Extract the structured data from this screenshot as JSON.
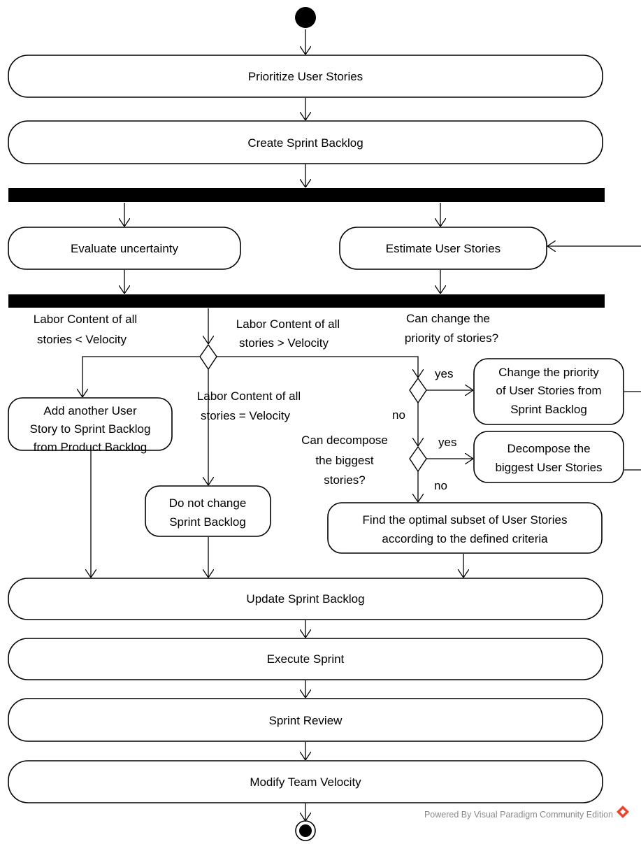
{
  "nodes": {
    "prioritize": "Prioritize User Stories",
    "create_backlog": "Create Sprint Backlog",
    "evaluate": "Evaluate uncertainty",
    "estimate": "Estimate User Stories",
    "add_story": [
      "Add another User",
      "Story to Sprint Backlog",
      "from Product Backlog"
    ],
    "no_change": [
      "Do not change",
      "Sprint Backlog"
    ],
    "change_priority": [
      "Change the priority",
      "of User Stories from",
      "Sprint Backlog"
    ],
    "decompose": [
      "Decompose the",
      "biggest User Stories"
    ],
    "optimal": [
      "Find the optimal subset of  User Stories",
      "according to the defined criteria"
    ],
    "update": "Update Sprint Backlog",
    "execute": "Execute Sprint",
    "review": "Sprint Review",
    "velocity": "Modify Team Velocity"
  },
  "guards": {
    "less": [
      "Labor Content of all",
      "stories  < Velocity"
    ],
    "greater": [
      "Labor Content of all",
      "stories > Velocity"
    ],
    "equal": [
      "Labor Content of all",
      "stories = Velocity"
    ],
    "can_change_q": [
      "Can change the",
      "priority of stories?"
    ],
    "can_decompose_q": [
      "Can decompose",
      "the biggest",
      "stories?"
    ],
    "yes1": "yes",
    "no1": "no",
    "yes2": "yes",
    "no2": "no"
  },
  "watermark": "Powered By Visual Paradigm Community Edition",
  "colors": {
    "line": "#000000",
    "watermark_text": "#8a8a8a",
    "logo": "#e8452c"
  }
}
